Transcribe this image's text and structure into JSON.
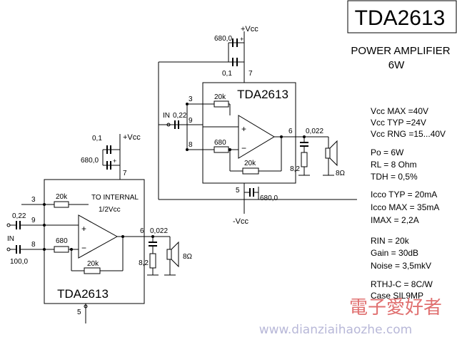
{
  "title_box": {
    "part": "TDA2613"
  },
  "subtitle": {
    "line1": "POWER AMPLIFIER",
    "line2": "6W"
  },
  "specs": [
    "Vcc MAX =40V",
    "Vcc TYP =24V",
    "Vcc RNG =15...40V",
    "Po = 6W",
    "RL = 8 Ohm",
    "TDH = 0,5%",
    "Icco TYP = 20mA",
    "Icco MAX = 35mA",
    "IMAX = 2,2A",
    "RIN = 20k",
    "Gain = 30dB",
    "Noise = 3,5mkV",
    "RTHJ-C = 8C/W",
    "Case SIL9MP"
  ],
  "circuit_top": {
    "chip_label": "TDA2613",
    "cap_supply_big": "680,0",
    "cap_supply_small": "0,1",
    "vcc_label": "+Vcc",
    "pin7": "7",
    "pin3": "3",
    "pin9": "9",
    "pin8": "8",
    "pin6": "6",
    "pin5": "5",
    "r_top": "20k",
    "r_mid": "680",
    "r_fb": "20k",
    "in_label": "IN",
    "cin": "0,22",
    "cout": "0,022",
    "r_out": "8,2",
    "spk": "8Ω",
    "cneg": "680,0",
    "vneg_label": "-Vcc"
  },
  "circuit_bottom": {
    "chip_label": "TDA2613",
    "cap_small": "0,1",
    "cap_big": "680,0",
    "vcc_label": "+Vcc",
    "to_internal": "TO INTERNAL",
    "half_vcc": "1/2Vcc",
    "pin7": "7",
    "pin3": "3",
    "pin9": "9",
    "pin8": "8",
    "pin6": "6",
    "pin5": "5",
    "r_top": "20k",
    "r_mid": "680",
    "r_fb": "20k",
    "in_label": "IN",
    "cin": "0,22",
    "cin2": "100,0",
    "cout": "0,022",
    "r_out": "8,2",
    "spk": "8Ω"
  },
  "watermark": {
    "cn": "電子愛好者",
    "url": "www.dianziaihaozhe.com"
  }
}
